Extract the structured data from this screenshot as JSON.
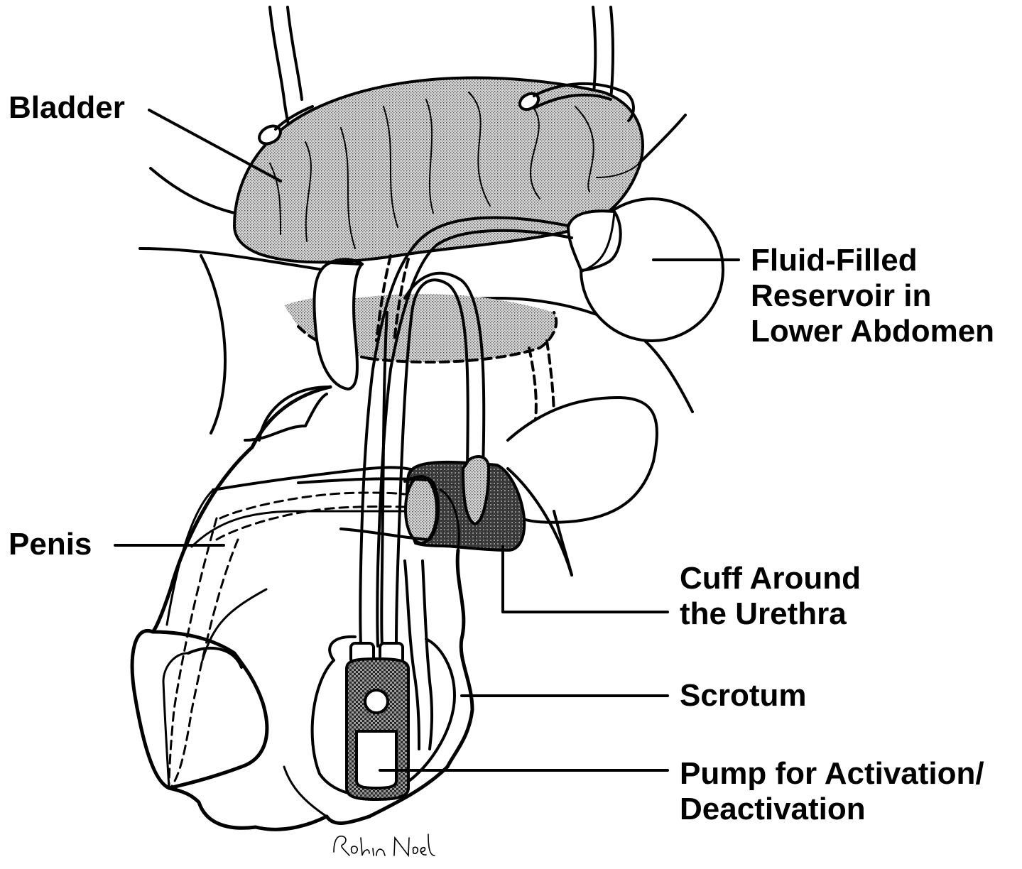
{
  "labels": {
    "bladder": "Bladder",
    "reservoir": [
      "Fluid-Filled",
      "Reservoir in",
      "Lower Abdomen"
    ],
    "penis": "Penis",
    "cuff": [
      "Cuff Around",
      "the Urethra"
    ],
    "scrotum": "Scrotum",
    "pump": [
      "Pump for Activation/",
      "Deactivation"
    ]
  },
  "signature": "Robin Noel",
  "colors": {
    "outline": "#000000",
    "background": "#ffffff",
    "bladder_fill": "#c8c8c8",
    "cuff_fill": "#505050",
    "pump_fill": "#8a8a8a",
    "button_fill": "#bdbdbd"
  }
}
